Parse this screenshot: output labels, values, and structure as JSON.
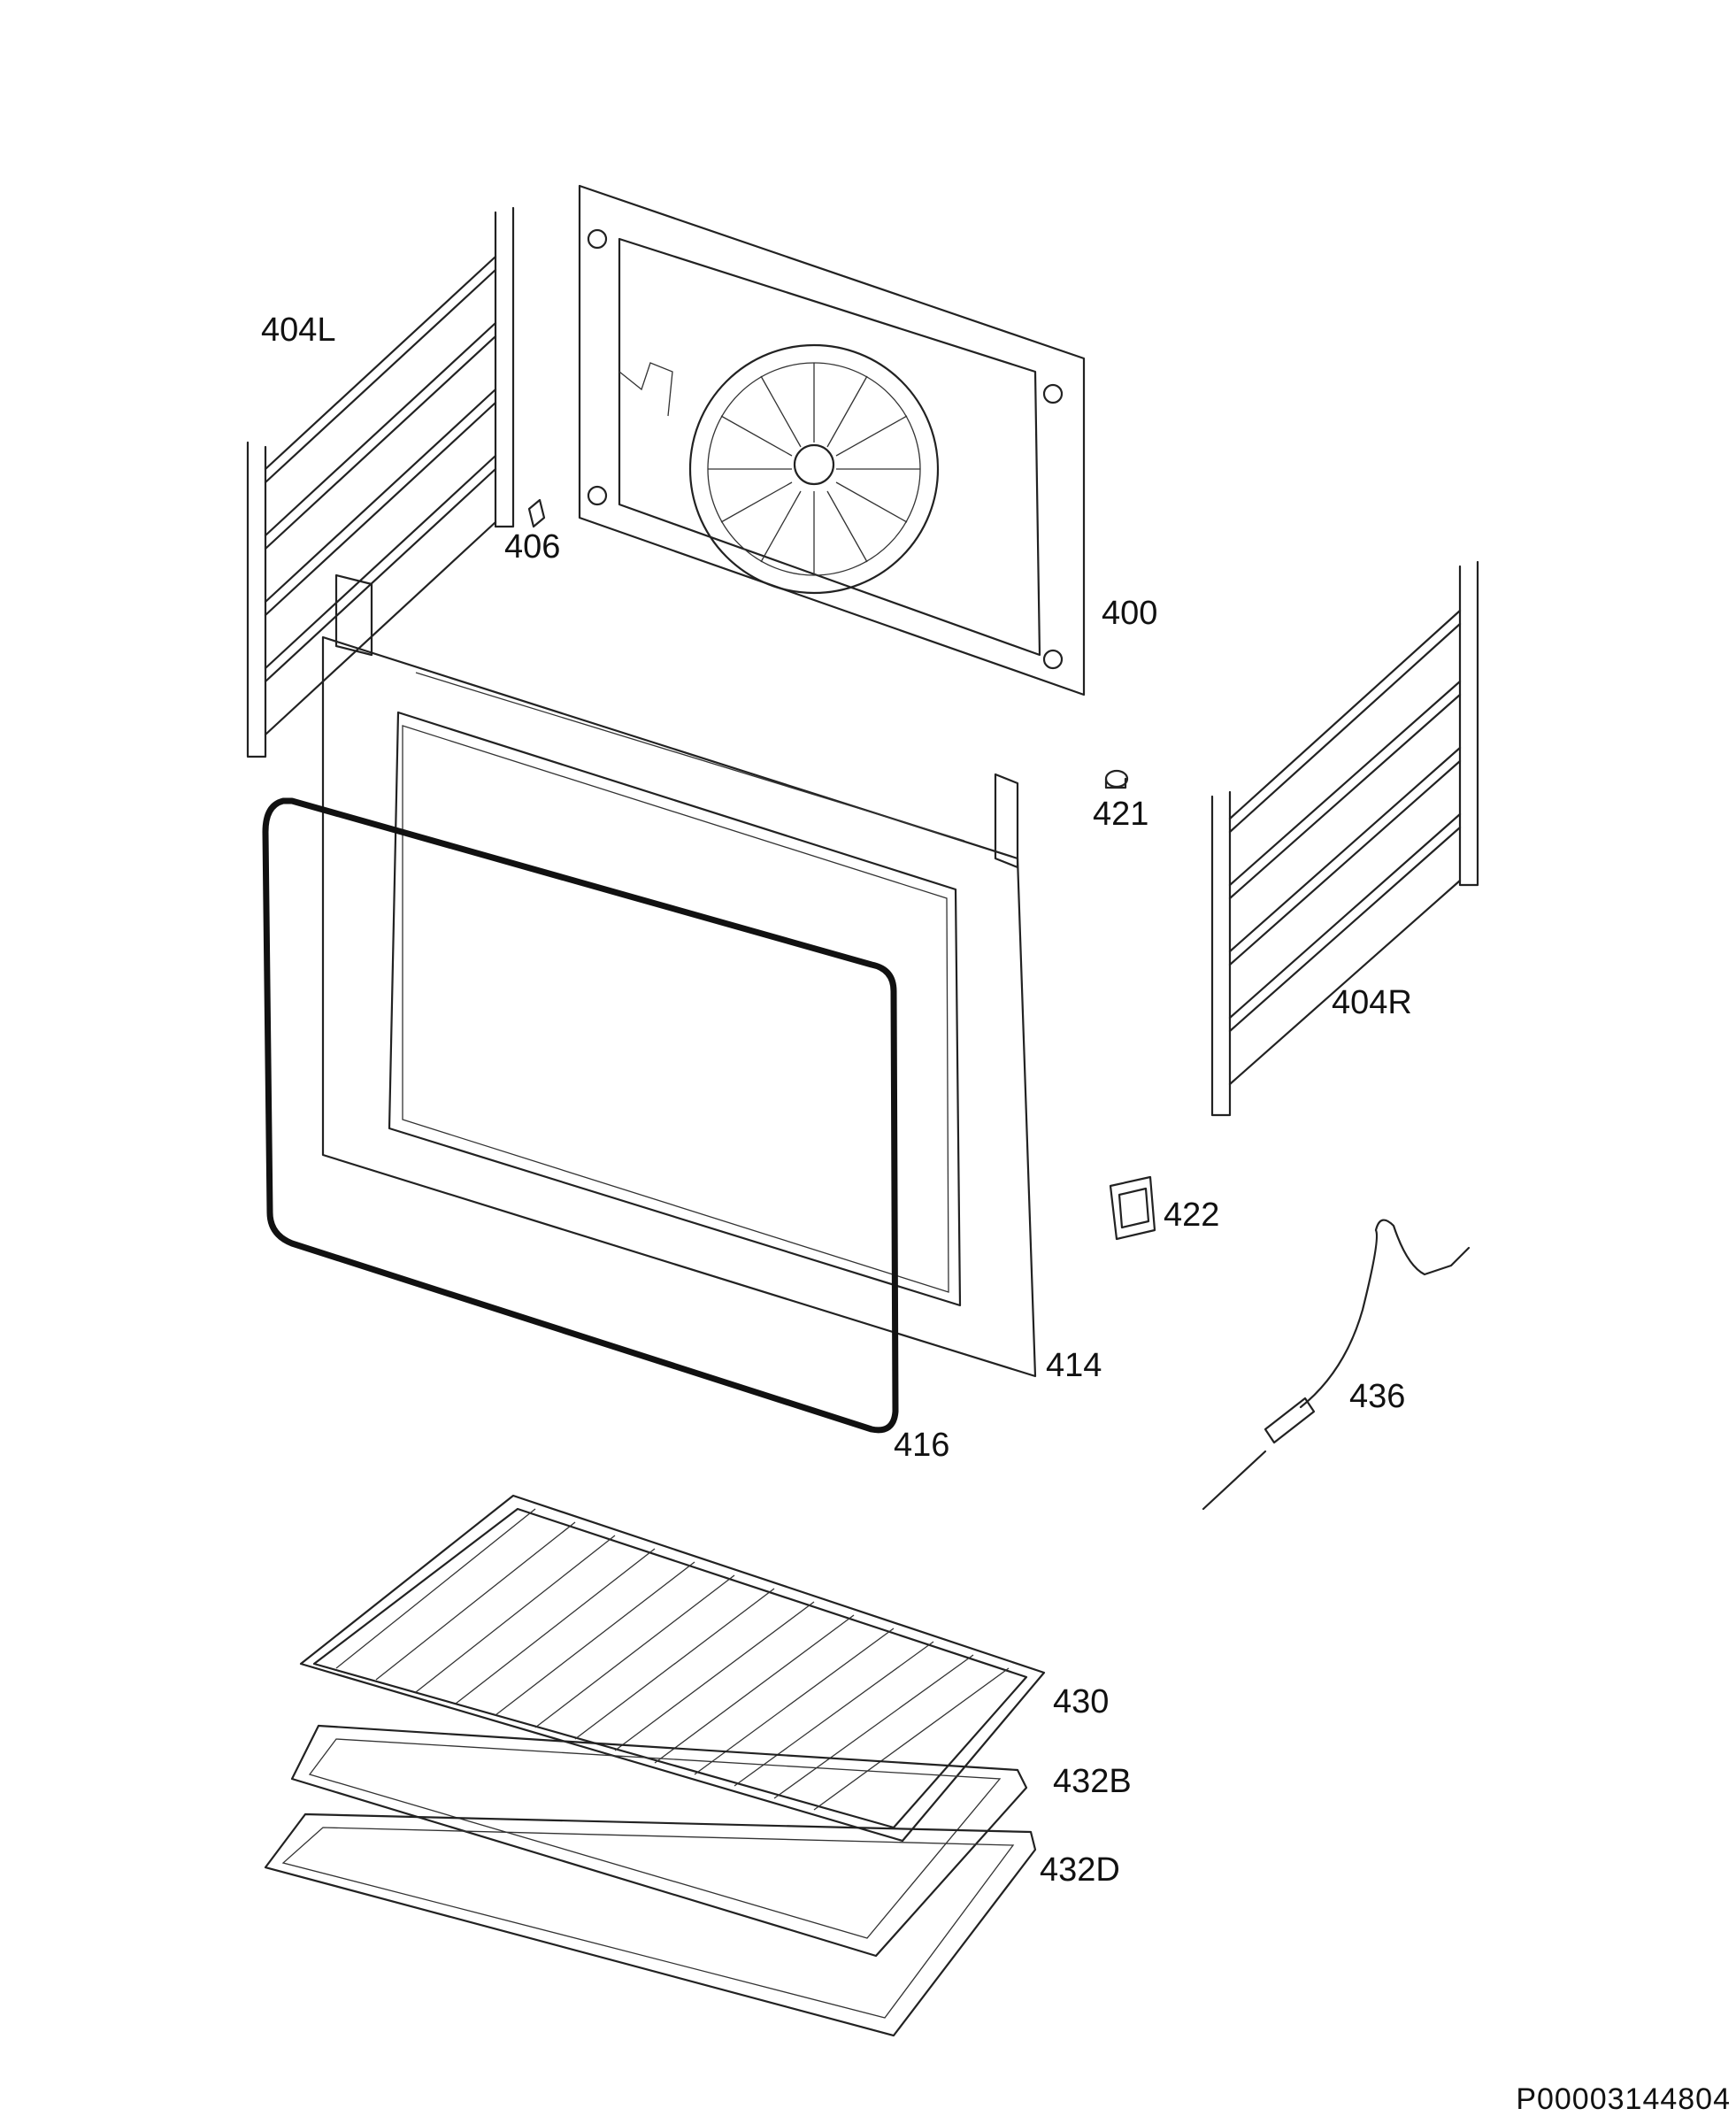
{
  "labels": {
    "p400": "400",
    "p404L": "404L",
    "p404R": "404R",
    "p406": "406",
    "p414": "414",
    "p416": "416",
    "p421": "421",
    "p422": "422",
    "p430": "430",
    "p432B": "432B",
    "p432D": "432D",
    "p436": "436"
  },
  "document_id": "P00003144804"
}
